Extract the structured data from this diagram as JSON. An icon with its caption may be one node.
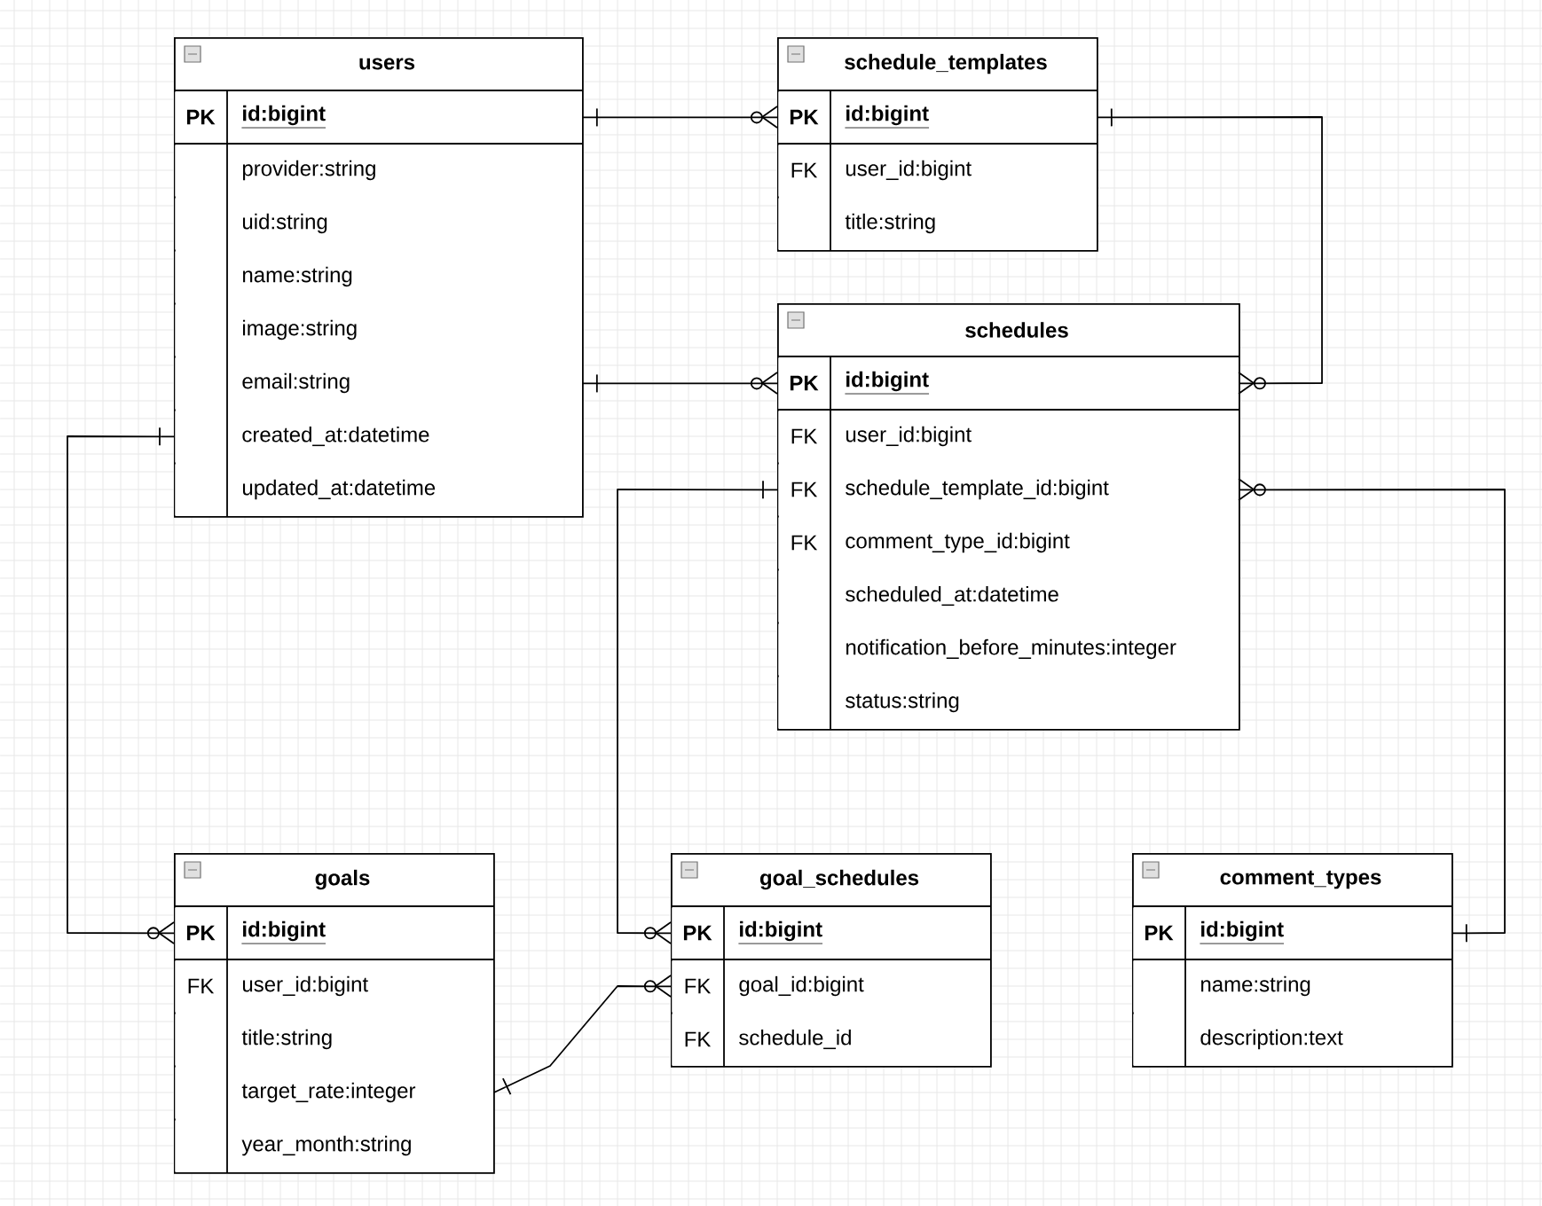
{
  "diagram": {
    "nodes": [
      {
        "text": [
          "users"
        ]
      },
      {
        "text": [
          "PK",
          "id:bigint"
        ],
        "in": 0
      },
      {
        "text": [
          "provider:string"
        ],
        "in": 0
      },
      {
        "text": [
          "uid:string"
        ],
        "in": 0
      },
      {
        "text": [
          "name:string"
        ],
        "in": 0
      },
      {
        "text": [
          "image:string"
        ],
        "in": 0
      },
      {
        "text": [
          "email:string"
        ],
        "in": 0
      },
      {
        "text": [
          "created_at:datetime"
        ],
        "in": 0
      },
      {
        "text": [
          "updated_at:datetime"
        ],
        "in": 0
      },
      {
        "text": [
          "schedule_templates"
        ]
      },
      {
        "text": [
          "PK",
          "id:bigint"
        ],
        "in": 9
      },
      {
        "text": [
          "FK",
          "user_id:bigint"
        ],
        "in": 9
      },
      {
        "text": [
          "title:string"
        ],
        "in": 9
      },
      {
        "text": [
          "schedules"
        ]
      },
      {
        "text": [
          "PK",
          "id:bigint"
        ],
        "in": 13
      },
      {
        "text": [
          "FK",
          "user_id:bigint"
        ],
        "in": 13
      },
      {
        "text": [
          "FK",
          "schedule_template_id:bigint"
        ],
        "in": 13
      },
      {
        "text": [
          "FK",
          "comment_type_id:bigint"
        ],
        "in": 13
      },
      {
        "text": [
          "scheduled_at:datetime"
        ],
        "in": 13
      },
      {
        "text": [
          "notification_before_minutes:integer"
        ],
        "in": 13
      },
      {
        "text": [
          "status:string"
        ],
        "in": 13
      },
      {
        "text": [
          "goals"
        ]
      },
      {
        "text": [
          "PK",
          "id:bigint"
        ],
        "in": 21
      },
      {
        "text": [
          "FK",
          "user_id:bigint"
        ],
        "in": 21
      },
      {
        "text": [
          "title:string"
        ],
        "in": 21
      },
      {
        "text": [
          "target_rate:integer"
        ],
        "in": 21
      },
      {
        "text": [
          "year_month:string"
        ],
        "in": 21
      },
      {
        "text": [
          "goal_schedules"
        ]
      },
      {
        "text": [
          "PK",
          "id:bigint"
        ],
        "in": 27
      },
      {
        "text": [
          "FK",
          "goal_id:bigint"
        ],
        "in": 27
      },
      {
        "text": [
          "FK",
          "schedule_id"
        ],
        "in": 27
      },
      {
        "text": [
          "comment_types"
        ]
      },
      {
        "text": [
          "PK",
          "id:bigint"
        ],
        "in": 31
      },
      {
        "text": [
          "name:string"
        ],
        "in": 31
      },
      {
        "text": [
          "description:text"
        ],
        "in": 31
      }
    ],
    "edges": [
      {
        "from": 1,
        "to": 10,
        "arrow": "other"
      },
      {
        "from": 6,
        "to": 14,
        "arrow": "other"
      },
      {
        "from": 7,
        "to": 22,
        "arrow": "other"
      },
      {
        "from": 10,
        "to": 14,
        "arrow": "other"
      },
      {
        "from": 16,
        "to": 28,
        "arrow": "other"
      },
      {
        "from": 25,
        "to": 29,
        "arrow": "other"
      },
      {
        "from": 32,
        "to": 16,
        "arrow": "other"
      }
    ]
  }
}
